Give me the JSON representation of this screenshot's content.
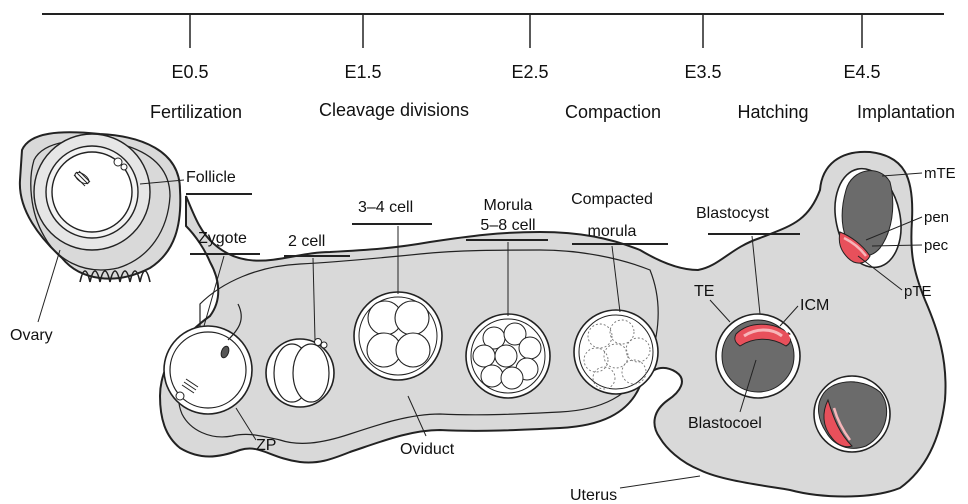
{
  "timeline": {
    "ticks": [
      "E0.5",
      "E1.5",
      "E2.5",
      "E3.5",
      "E4.5"
    ],
    "stages": [
      "Fertilization",
      "Cleavage divisions",
      "Compaction",
      "Hatching",
      "Implantation"
    ]
  },
  "labels": {
    "follicle": "Follicle",
    "ovary": "Ovary",
    "zygote": "Zygote",
    "two_cell": "2 cell",
    "three_four_cell": "3–4 cell",
    "morula_line1": "Morula",
    "morula_line2": "5–8 cell",
    "compacted_line1": "Compacted",
    "compacted_line2": "morula",
    "blastocyst": "Blastocyst",
    "te": "TE",
    "icm": "ICM",
    "blastocoel": "Blastocoel",
    "zp": "ZP",
    "oviduct": "Oviduct",
    "uterus": "Uterus",
    "mte": "mTE",
    "pen": "pen",
    "pec": "pec",
    "pte": "pTE"
  },
  "colors": {
    "tissue": "#d9d9d9",
    "dark_cavity": "#6b6b6b",
    "icm_red": "#e8505b",
    "icm_pink": "#f7b5b9",
    "outline": "#222222"
  }
}
